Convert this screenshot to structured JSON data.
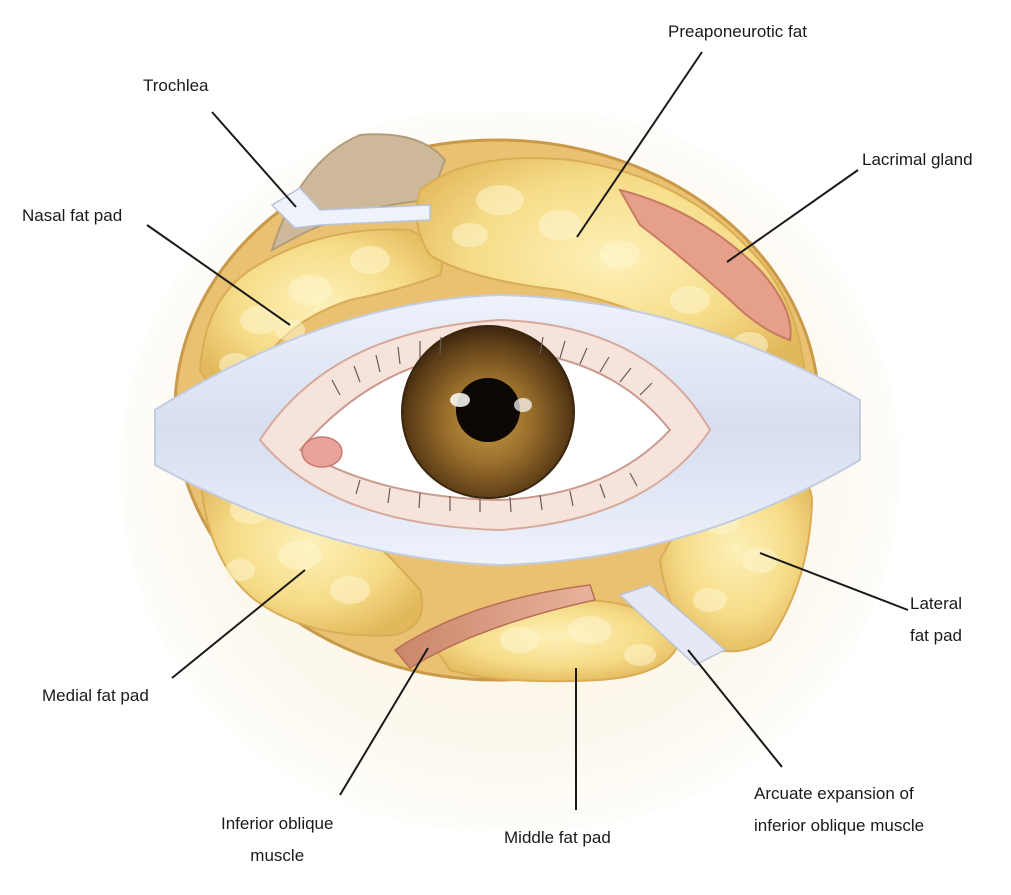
{
  "diagram": {
    "labels": {
      "trochlea": "Trochlea",
      "preaponeurotic_fat": "Preaponeurotic fat",
      "lacrimal_gland": "Lacrimal gland",
      "nasal_fat_pad": "Nasal fat pad",
      "lateral_fat_pad": [
        "Lateral",
        "fat pad"
      ],
      "medial_fat_pad": "Medial fat pad",
      "inferior_oblique_muscle": [
        "Inferior oblique",
        "muscle"
      ],
      "middle_fat_pad": "Middle fat pad",
      "arcuate_expansion": [
        "Arcuate expansion of",
        "inferior oblique muscle"
      ]
    }
  }
}
